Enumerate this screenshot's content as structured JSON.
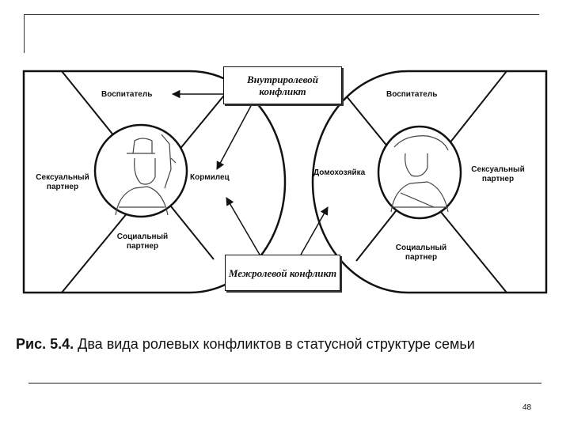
{
  "left_panel": {
    "top_label": "Воспитатель",
    "side_label": "Сексуальный партнер",
    "bottom_label": "Социальный партнер",
    "inner_label": "Кормилец",
    "portrait": "man-with-hat-icon"
  },
  "right_panel": {
    "top_label": "Воспитатель",
    "side_label": "Сексуальный партнер",
    "bottom_label": "Социальный партнер",
    "inner_label": "Домохозяйка",
    "portrait": "woman-with-hat-icon"
  },
  "boxes": {
    "intra_role": "Внутриролевой конфликт",
    "inter_role": "Межролевой конфликт"
  },
  "caption": {
    "number": "Рис. 5.4.",
    "text": "Два вида ролевых конфликтов в статусной структуре семьи"
  },
  "page_number": "48"
}
